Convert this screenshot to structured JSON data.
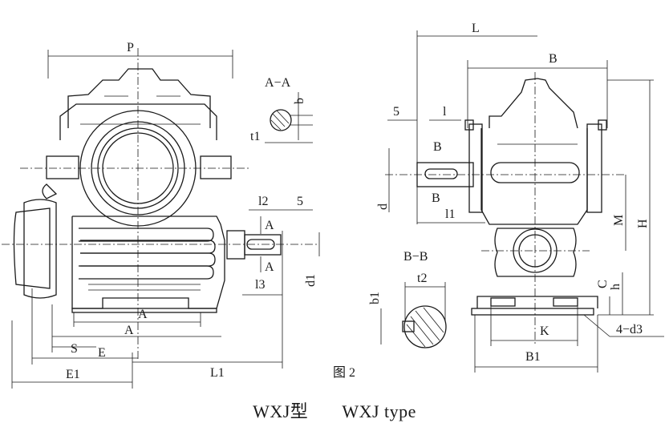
{
  "figure": {
    "left_view": {
      "dims": [
        "P",
        "A",
        "A",
        "S",
        "E",
        "E1",
        "L1",
        "l2",
        "5",
        "l3",
        "d1",
        "A",
        "A"
      ],
      "section_label": "A−A",
      "section_dims": [
        "b",
        "t1"
      ]
    },
    "right_view": {
      "dims": [
        "L",
        "B",
        "5",
        "l",
        "B",
        "B",
        "d",
        "l1",
        "M",
        "H",
        "C",
        "h",
        "K",
        "B1",
        "4−d3"
      ],
      "section_label": "B−B",
      "section_dims": [
        "b1",
        "t2"
      ]
    },
    "figure_number": "图 2"
  },
  "caption": {
    "zh": "WXJ型",
    "en": "WXJ type"
  }
}
